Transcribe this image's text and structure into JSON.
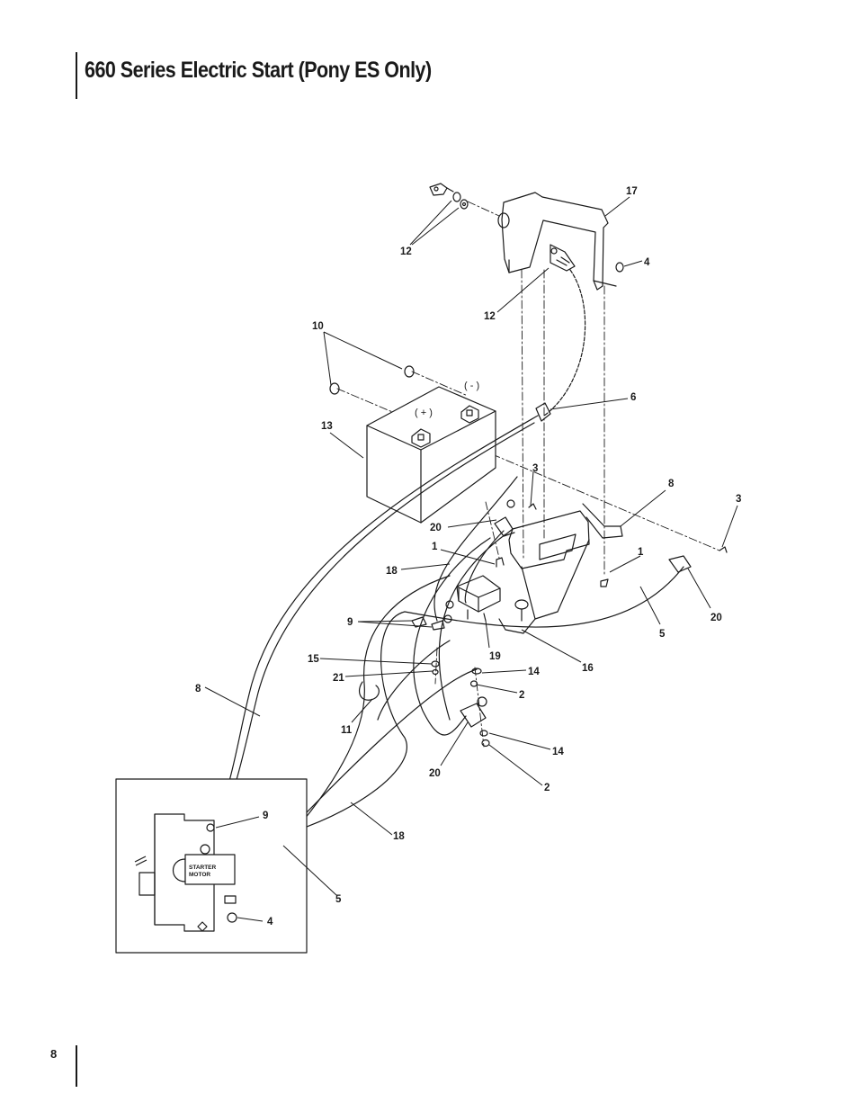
{
  "header": {
    "title": "660 Series Electric Start (Pony ES Only)"
  },
  "footer": {
    "page_number": "8"
  },
  "diagram": {
    "terminal_negative": "( - )",
    "terminal_positive": "( + )",
    "starter_label_line1": "STARTER",
    "starter_label_line2": "MOTOR",
    "callouts": {
      "c1_a": "1",
      "c1_b": "1",
      "c2_a": "2",
      "c2_b": "2",
      "c3_a": "3",
      "c3_b": "3",
      "c4_a": "4",
      "c4_b": "4",
      "c5_a": "5",
      "c5_b": "5",
      "c6": "6",
      "c8_a": "8",
      "c8_b": "8",
      "c9_a": "9",
      "c9_b": "9",
      "c10": "10",
      "c11": "11",
      "c12_a": "12",
      "c12_b": "12",
      "c13": "13",
      "c14_a": "14",
      "c14_b": "14",
      "c15": "15",
      "c16": "16",
      "c17": "17",
      "c18_a": "18",
      "c18_b": "18",
      "c19": "19",
      "c20_a": "20",
      "c20_b": "20",
      "c20_c": "20",
      "c21": "21"
    }
  }
}
